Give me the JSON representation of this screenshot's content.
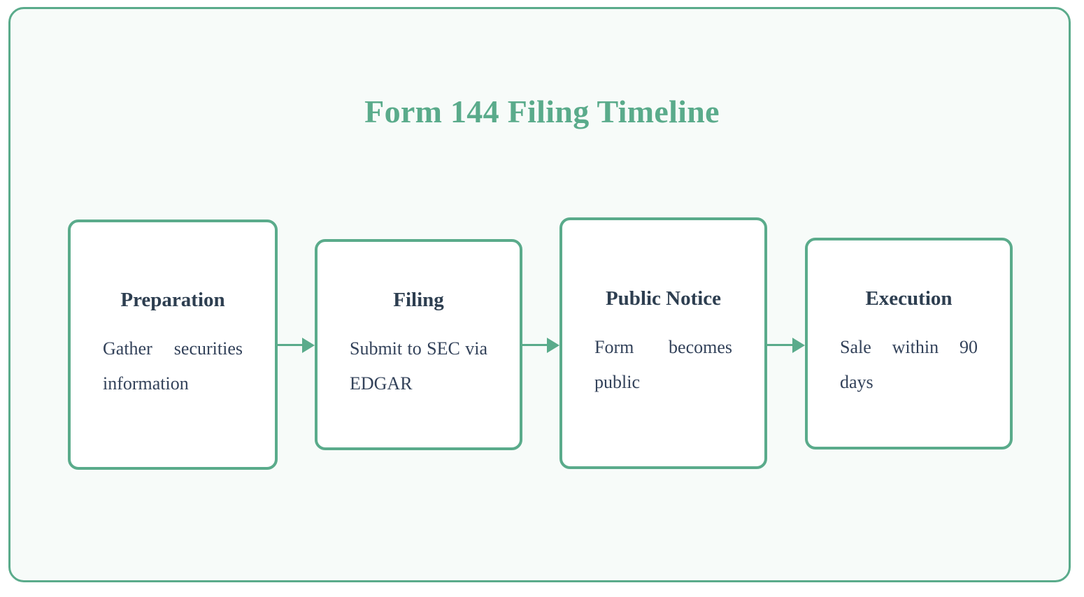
{
  "diagram": {
    "title": "Form 144 Filing Timeline",
    "accent_color": "#5aab8b",
    "heading_color": "#2d3e50",
    "body_color": "#33425a",
    "frame_background": "#f7fbf9",
    "node_background": "#ffffff",
    "page_background": "#ffffff",
    "type": "flowchart",
    "direction": "left-to-right",
    "nodes": [
      {
        "id": "preparation",
        "title": "Preparation",
        "description": "Gather securities information"
      },
      {
        "id": "filing",
        "title": "Filing",
        "description": "Submit to SEC via EDGAR"
      },
      {
        "id": "public-notice",
        "title": "Public Notice",
        "description": "Form becomes public"
      },
      {
        "id": "execution",
        "title": "Execution",
        "description": "Sale within 90 days"
      }
    ],
    "connectors": [
      {
        "id": "prep-to-filing",
        "from": "preparation",
        "to": "filing",
        "glyph": "arrow-right"
      },
      {
        "id": "filing-to-notice",
        "from": "filing",
        "to": "public-notice",
        "glyph": "arrow-right"
      },
      {
        "id": "notice-to-execution",
        "from": "public-notice",
        "to": "execution",
        "glyph": "arrow-right"
      }
    ]
  }
}
